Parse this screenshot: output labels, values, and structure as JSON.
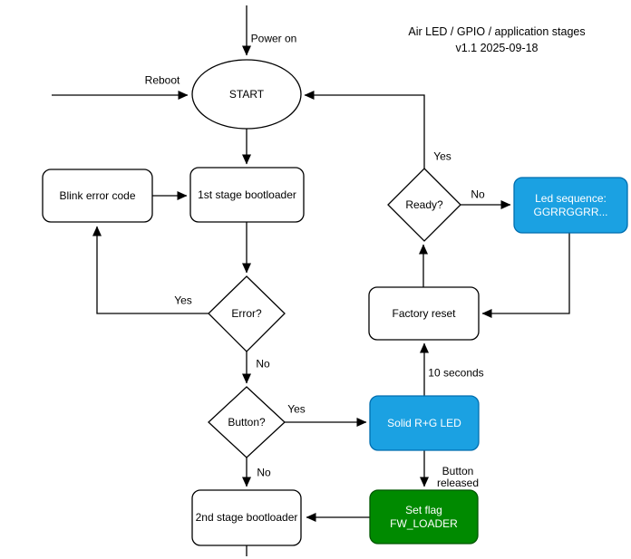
{
  "title": {
    "line1": "Air LED / GPIO / application stages",
    "line2": "v1.1 2025-09-18"
  },
  "colors": {
    "blue_fill": "#1BA1E2",
    "blue_stroke": "#006EAF",
    "green_fill": "#008A00",
    "green_stroke": "#005700",
    "node_fill": "#FFFFFF",
    "line_stroke": "#000000"
  },
  "nodes": {
    "start": {
      "label": "START"
    },
    "blink_error": {
      "label": "Blink error code"
    },
    "bootloader1": {
      "label": "1st stage bootloader"
    },
    "error": {
      "label": "Error?"
    },
    "button": {
      "label": "Button?"
    },
    "bootloader2": {
      "label": "2nd stage bootloader"
    },
    "ready": {
      "label": "Ready?"
    },
    "led_sequence": {
      "line1": "Led sequence:",
      "line2": "GGRRGGRR..."
    },
    "factory_reset": {
      "label": "Factory reset"
    },
    "solid_led": {
      "label": "Solid R+G LED"
    },
    "set_flag": {
      "line1": "Set flag",
      "line2": "FW_LOADER"
    }
  },
  "edge_labels": {
    "power_on": "Power on",
    "reboot": "Reboot",
    "error_yes": "Yes",
    "error_no": "No",
    "button_yes": "Yes",
    "button_no": "No",
    "ready_yes": "Yes",
    "ready_no": "No",
    "ten_seconds": "10 seconds",
    "button_released_1": "Button",
    "button_released_2": "released"
  }
}
